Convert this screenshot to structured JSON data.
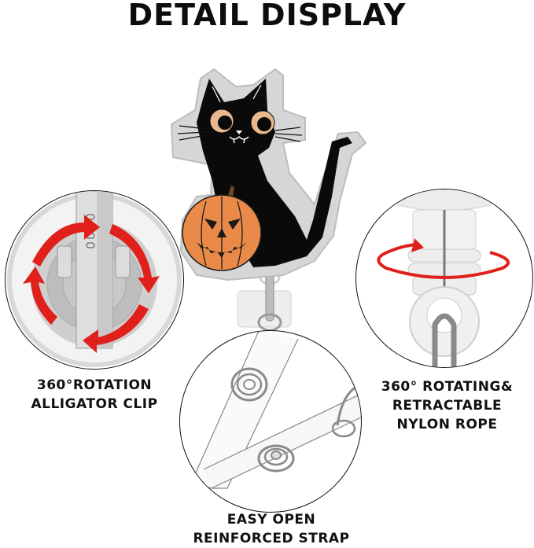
{
  "title": "DETAIL DISPLAY",
  "features": {
    "left": {
      "line1": "360°ROTATION",
      "line2": "ALLIGATOR CLIP",
      "icon": "rotation-arrows-icon"
    },
    "right": {
      "line1": "360° ROTATING&",
      "line2": "RETRACTABLE",
      "line3": "NYLON ROPE",
      "icon": "rotation-ring-icon"
    },
    "bottom": {
      "line1": "EASY OPEN",
      "line2": "REINFORCED STRAP",
      "icon": "snap-button-icon"
    }
  },
  "product": {
    "badge": "black-cat-with-pumpkin",
    "colors": {
      "cat": "#0a0a0a",
      "eyes": "#e9b88f",
      "pumpkin": "#e98a48",
      "glitter_border": "#c9c9c9",
      "arrows": "#e0201b"
    }
  }
}
